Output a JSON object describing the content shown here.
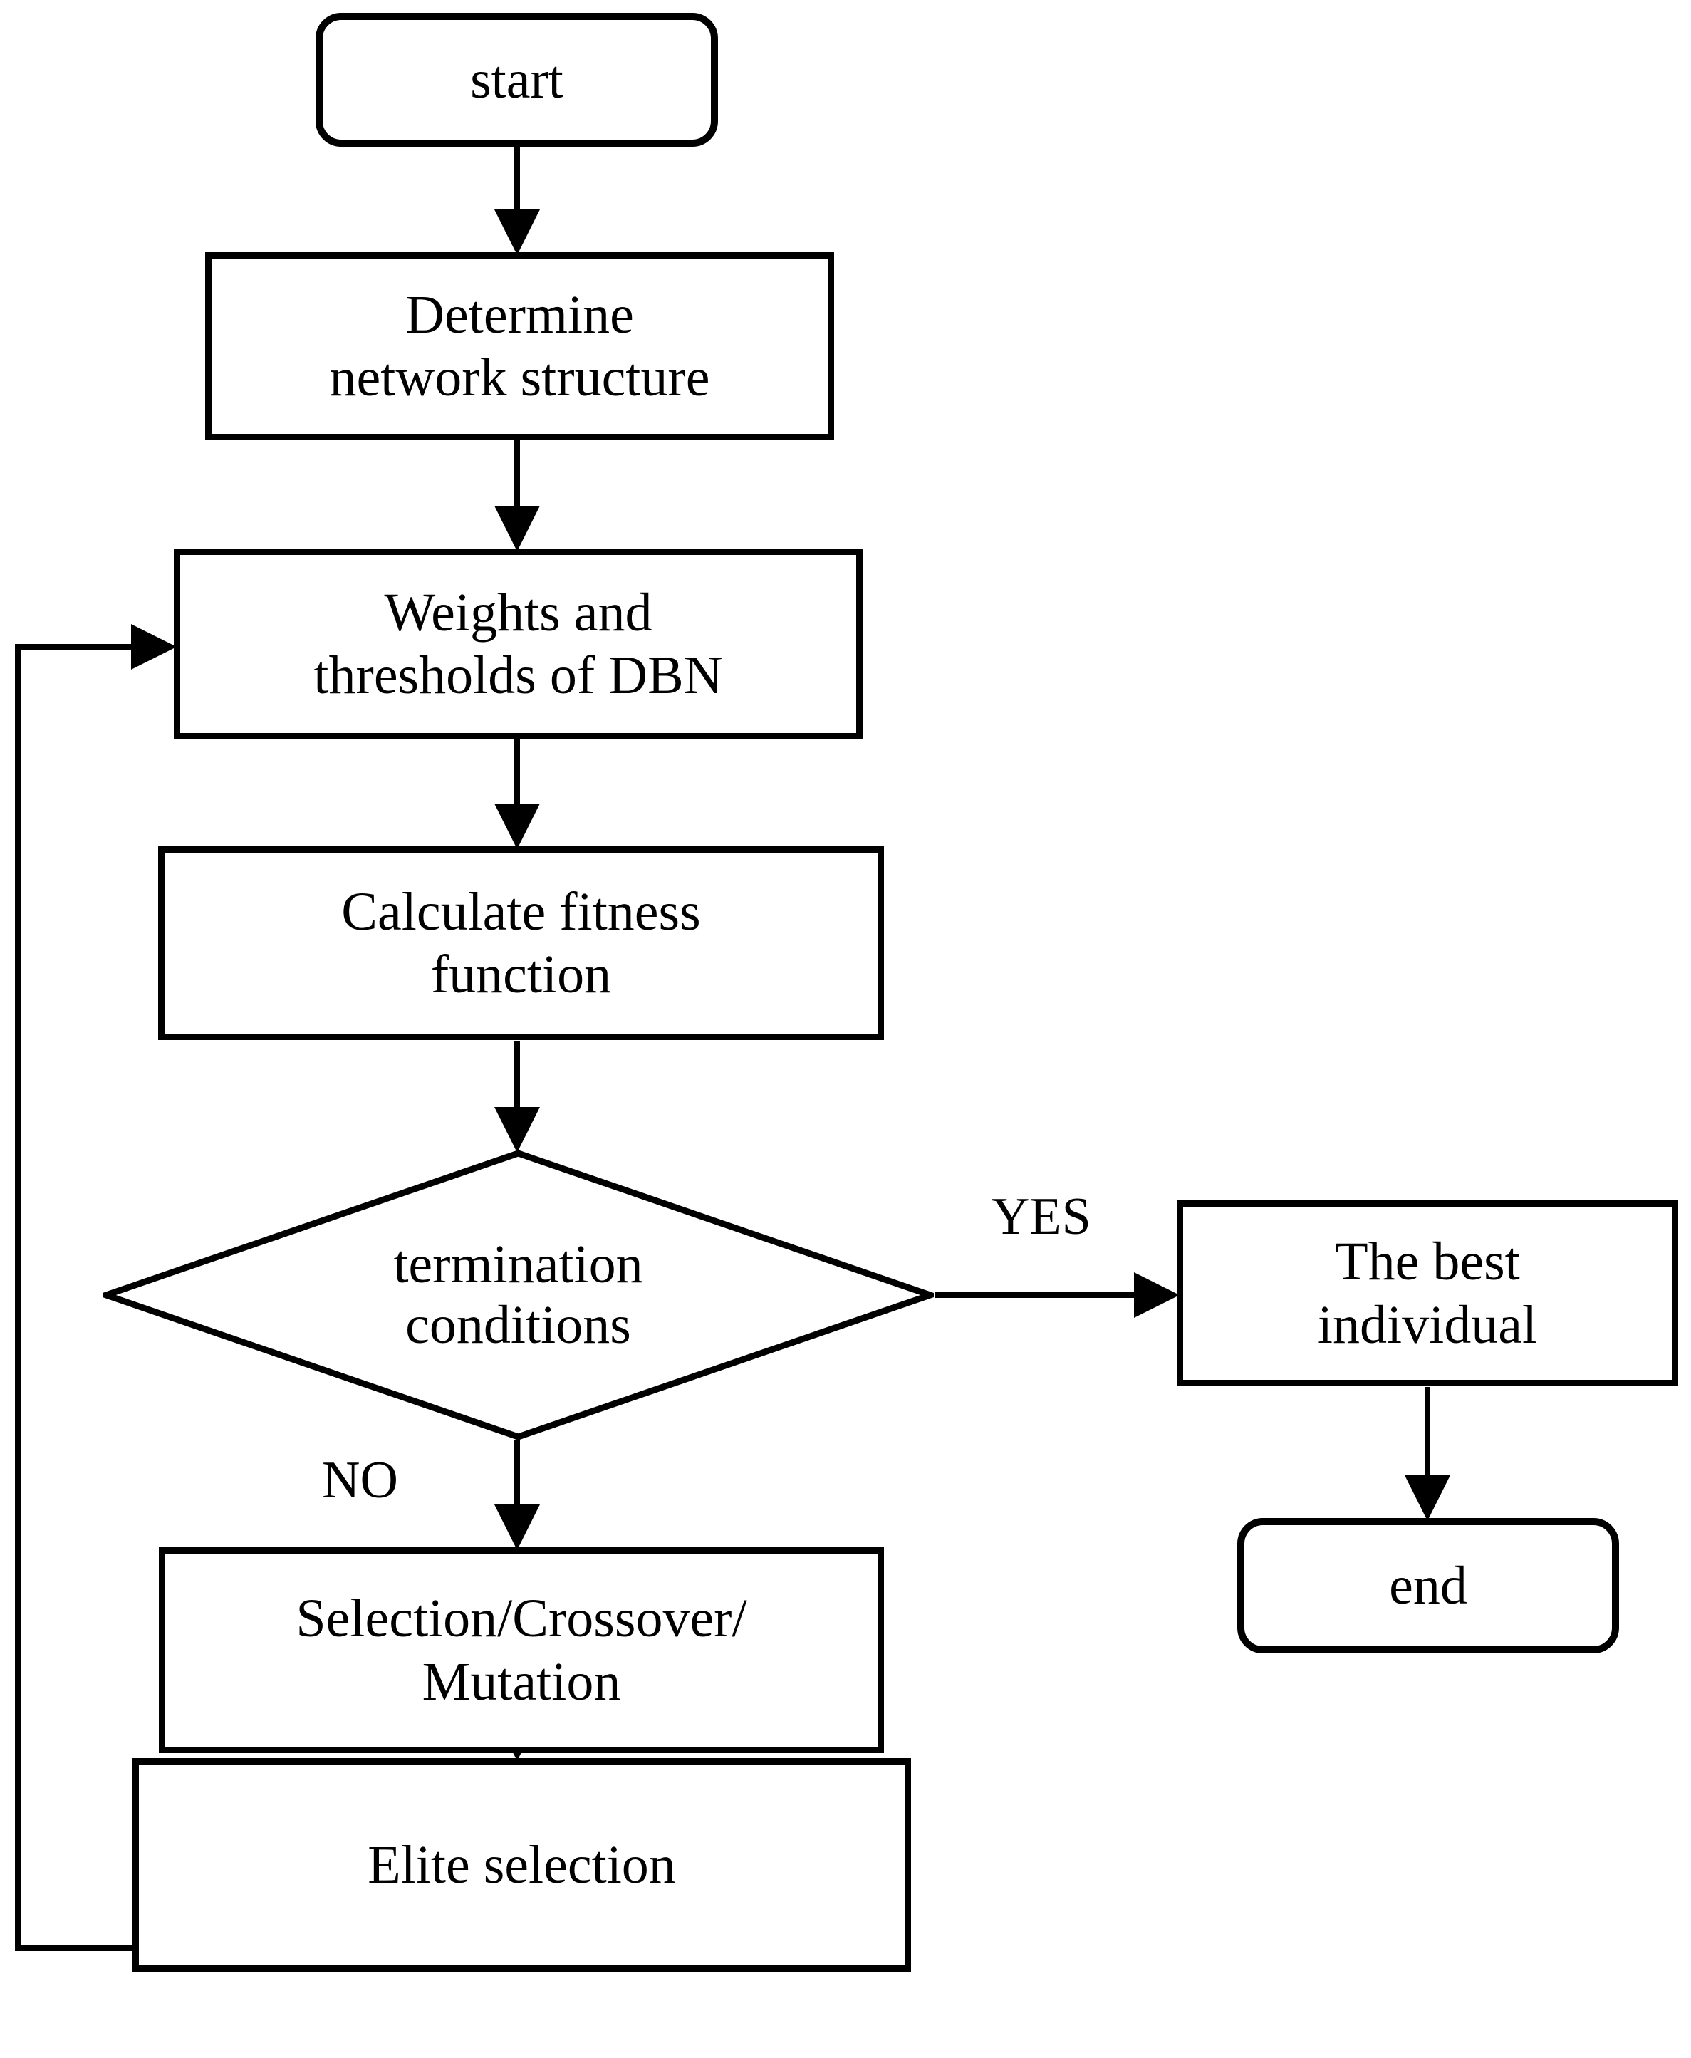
{
  "diagram": {
    "title": "GA-optimized DBN training flowchart",
    "type": "flowchart",
    "colors": {
      "stroke": "#000000",
      "fill": "#ffffff",
      "text": "#000000"
    },
    "nodes": [
      {
        "id": "start",
        "label": "start",
        "shape": "terminal"
      },
      {
        "id": "determine",
        "label": "Determine\nnetwork structure",
        "shape": "process"
      },
      {
        "id": "weights",
        "label": "Weights and\nthresholds of DBN",
        "shape": "process"
      },
      {
        "id": "fitness",
        "label": "Calculate fitness\nfunction",
        "shape": "process"
      },
      {
        "id": "decision",
        "label": "termination\nconditions",
        "shape": "decision"
      },
      {
        "id": "selection",
        "label": "Selection/Crossover/\nMutation",
        "shape": "process"
      },
      {
        "id": "elite",
        "label": "Elite selection",
        "shape": "process"
      },
      {
        "id": "best",
        "label": "The best\nindividual",
        "shape": "process"
      },
      {
        "id": "end",
        "label": "end",
        "shape": "terminal"
      }
    ],
    "edge_labels": {
      "yes": "YES",
      "no": "NO"
    },
    "edges": [
      {
        "from": "start",
        "to": "determine",
        "label": ""
      },
      {
        "from": "determine",
        "to": "weights",
        "label": ""
      },
      {
        "from": "weights",
        "to": "fitness",
        "label": ""
      },
      {
        "from": "fitness",
        "to": "decision",
        "label": ""
      },
      {
        "from": "decision",
        "to": "best",
        "label": "YES"
      },
      {
        "from": "decision",
        "to": "selection",
        "label": "NO"
      },
      {
        "from": "selection",
        "to": "elite",
        "label": ""
      },
      {
        "from": "elite",
        "to": "weights",
        "label": ""
      },
      {
        "from": "best",
        "to": "end",
        "label": ""
      }
    ]
  }
}
